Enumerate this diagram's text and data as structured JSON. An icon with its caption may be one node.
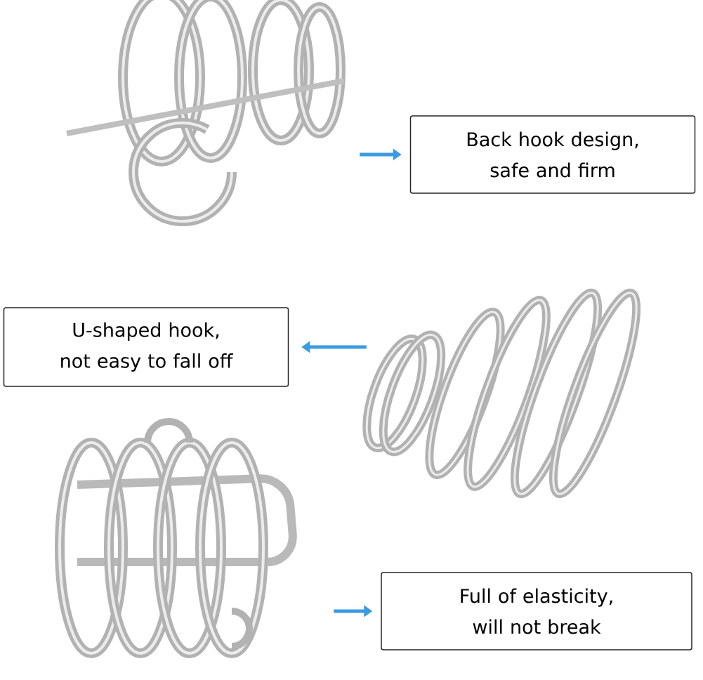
{
  "diagram": {
    "nodes": [
      {
        "text": [],
        "shape": "picture"
      },
      {
        "text": [
          "Back hook design, safe and firm"
        ]
      },
      {
        "text": [
          "U-shaped hook, not easy to fall off"
        ]
      },
      {
        "text": [],
        "shape": "picture"
      },
      {
        "text": [],
        "shape": "picture"
      },
      {
        "text": [
          "Full of elasticity, will not break"
        ]
      }
    ],
    "edges": [
      {
        "from": 0,
        "to": 1,
        "arrow": "to"
      },
      {
        "from": 3,
        "to": 2,
        "arrow": "to"
      },
      {
        "from": 4,
        "to": 5,
        "arrow": "to"
      }
    ]
  }
}
